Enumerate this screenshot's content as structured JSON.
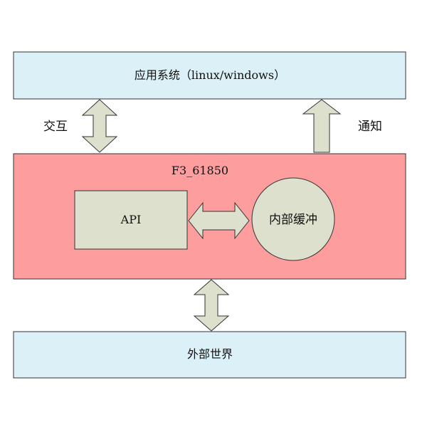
{
  "app_system": {
    "label": "应用系统（linux/windows）"
  },
  "f3": {
    "title": "F3_61850"
  },
  "api": {
    "label": "API"
  },
  "buffer": {
    "label": "内部缓冲"
  },
  "external": {
    "label": "外部世界"
  },
  "interact_label": "交互",
  "notify_label": "通知",
  "colors": {
    "box_fill_blue": "#dcf0f8",
    "box_stroke": "#333333",
    "f3_fill": "#fd9d9d",
    "node_fill": "#dde0cc",
    "arrow_fill": "#dde0cc"
  }
}
